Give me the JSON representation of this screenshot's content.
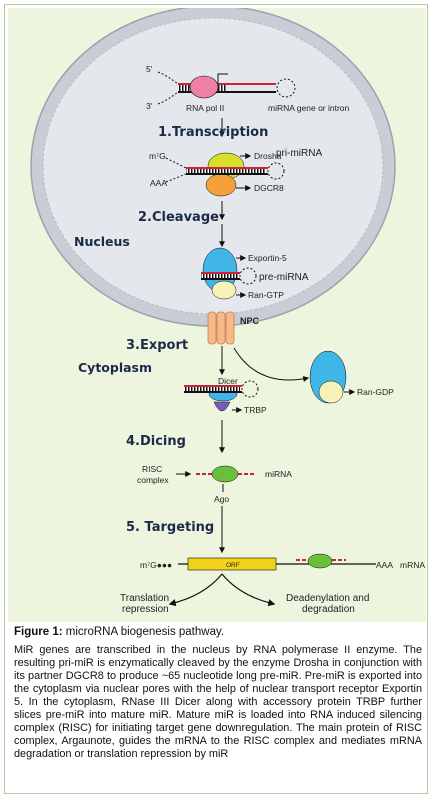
{
  "steps": {
    "s1": "1.Transcription",
    "s2": "2.Cleavage",
    "s3": "3.Export",
    "s4": "4.Dicing",
    "s5": "5. Targeting"
  },
  "regions": {
    "nucleus": "Nucleus",
    "cytoplasm": "Cytoplasm",
    "npc": "NPC"
  },
  "labels": {
    "five_prime": "5'",
    "three_prime": "3'",
    "rna_pol": "RNA pol II",
    "mirna_gene": "miRNA gene or intron",
    "m7g": "m⁷G",
    "aaa": "AAA",
    "drosha": "Drosha",
    "pri_mirna": "pri-miRNA",
    "dgcr8": "DGCR8",
    "exportin": "Exportin-5",
    "pre_mirna": "pre-miRNA",
    "ran_gtp": "Ran-GTP",
    "ran_gdp": "Ran-GDP",
    "dicer": "Dicer",
    "trbp": "TRBP",
    "risc_line1": "RISC",
    "risc_line2": "complex",
    "mirna": "miRNA",
    "ago": "Ago",
    "m7g_mrna": "m⁷G●●●",
    "orf": "ORF",
    "aaa_mrna": "AAA",
    "mrna": "mRNA",
    "translation_rep_1": "Translation",
    "translation_rep_2": "repression",
    "deadenylation_1": "Deadenylation and",
    "deadenylation_2": "degradation"
  },
  "caption": {
    "figure_label": "Figure 1:",
    "figure_title": " microRNA biogenesis pathway.",
    "body": "MiR genes are transcribed in the nucleus by RNA polymerase II enzyme. The resulting pri-miR is enzymatically cleaved by the enzyme Drosha in conjunction with its partner DGCR8 to produce ~65 nucleotide long pre-miR. Pre-miR is exported into the cytoplasm via nuclear pores with the help of nuclear transport receptor Exportin 5. In the cytoplasm, RNase III Dicer along with accessory protein TRBP further slices pre-miR into mature miR. Mature miR is loaded into RNA induced silencing complex (RISC) for initiating target gene downregulation. The main protein of RISC complex, Argaunote, guides the mRNA to the RISC complex and mediates mRNA degradation or translation repression by miR"
  },
  "colors": {
    "panel_bg": "#eef5df",
    "nucleus_fill": "#c9ced6",
    "nucleus_inner": "#e4e7ec",
    "nucleus_border": "#9aa3ad",
    "rna_pol": "#ee7fa6",
    "drosha": "#d6e02a",
    "dgcr8": "#f4a13a",
    "exportin": "#3fb5e8",
    "ran": "#f6f2b8",
    "dicer": "#3fb5e8",
    "trbp": "#7a5cb8",
    "ago": "#6abf3c",
    "orf": "#f4d21a",
    "rna_red": "#d0223a",
    "step_text": "#1b2a4a"
  }
}
